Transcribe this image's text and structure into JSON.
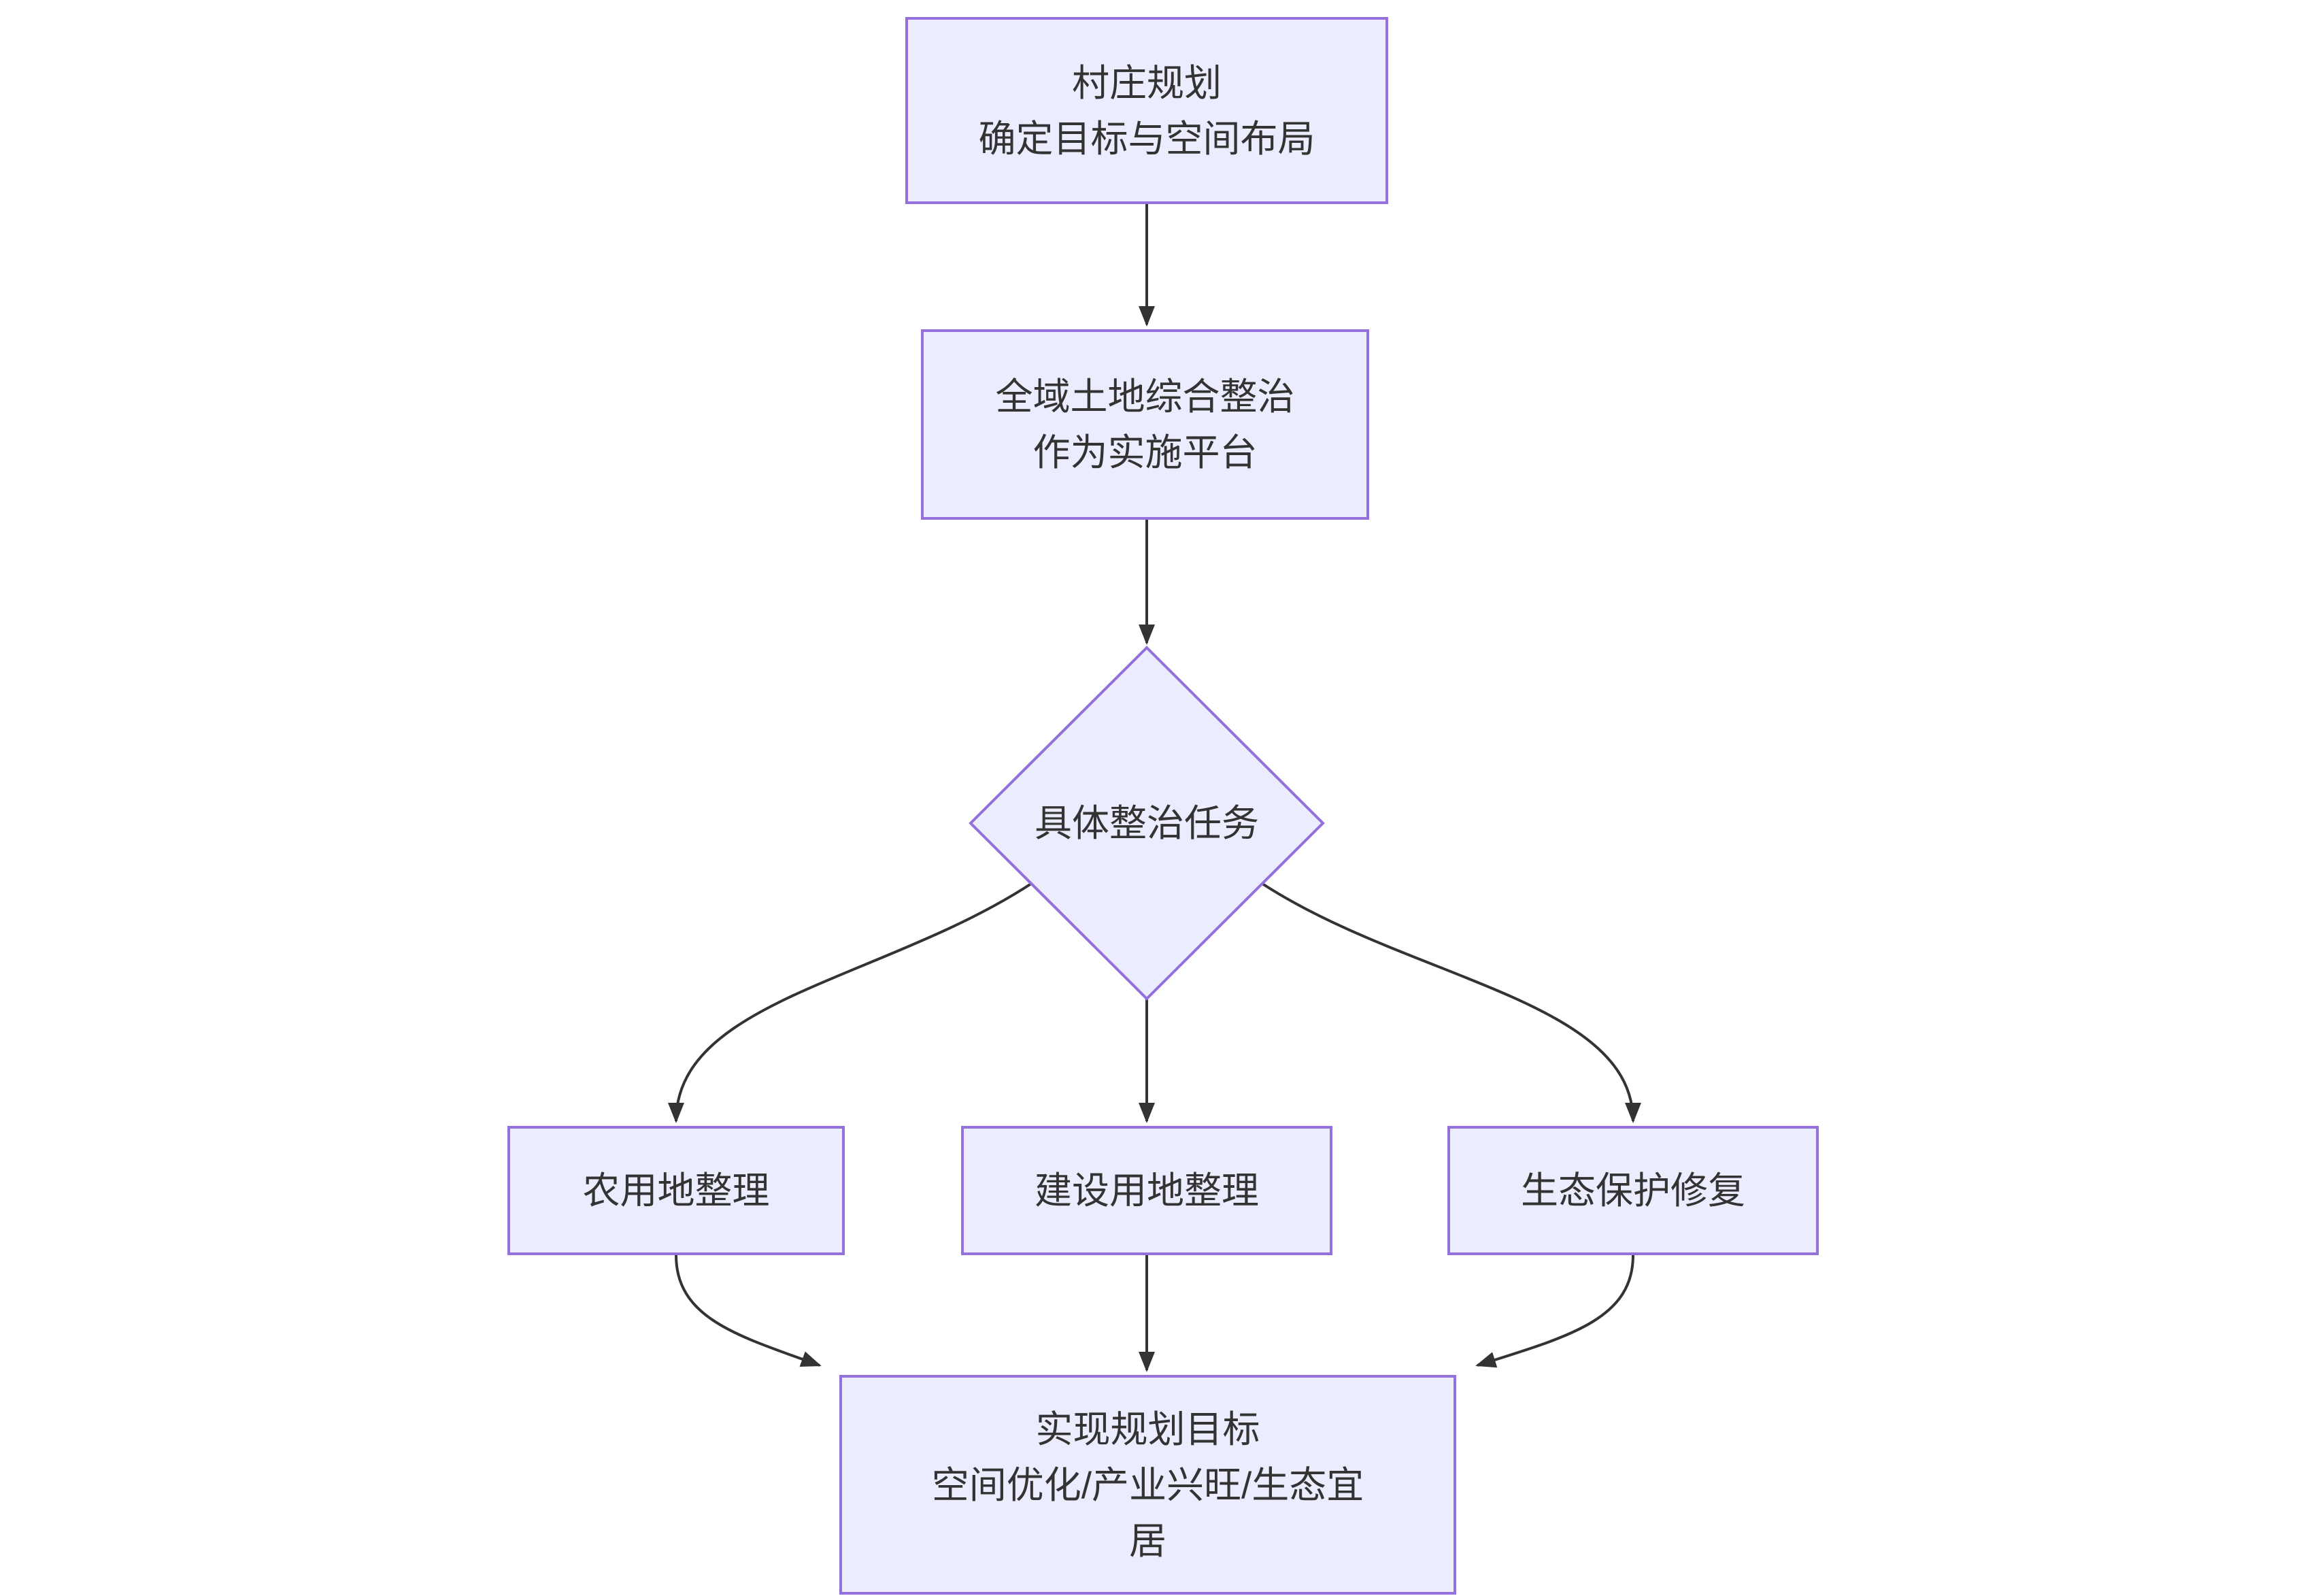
{
  "diagram": {
    "colors": {
      "node_fill": "#ECECFF",
      "node_border": "#9370DB",
      "edge_color": "#333333",
      "text_color": "#333333",
      "background": "#FFFFFF"
    },
    "nodes": {
      "village_planning": {
        "lines": [
          "村庄规划",
          "确定目标与空间布局"
        ]
      },
      "land_consolidation": {
        "lines": [
          "全域土地综合整治",
          "作为实施平台"
        ]
      },
      "tasks_decision": {
        "lines": [
          "具体整治任务"
        ]
      },
      "farmland": {
        "lines": [
          "农用地整理"
        ]
      },
      "construction_land": {
        "lines": [
          "建设用地整理"
        ]
      },
      "ecological": {
        "lines": [
          "生态保护修复"
        ]
      },
      "goal": {
        "lines": [
          "实现规划目标",
          "空间优化/产业兴旺/生态宜",
          "居"
        ]
      }
    }
  }
}
